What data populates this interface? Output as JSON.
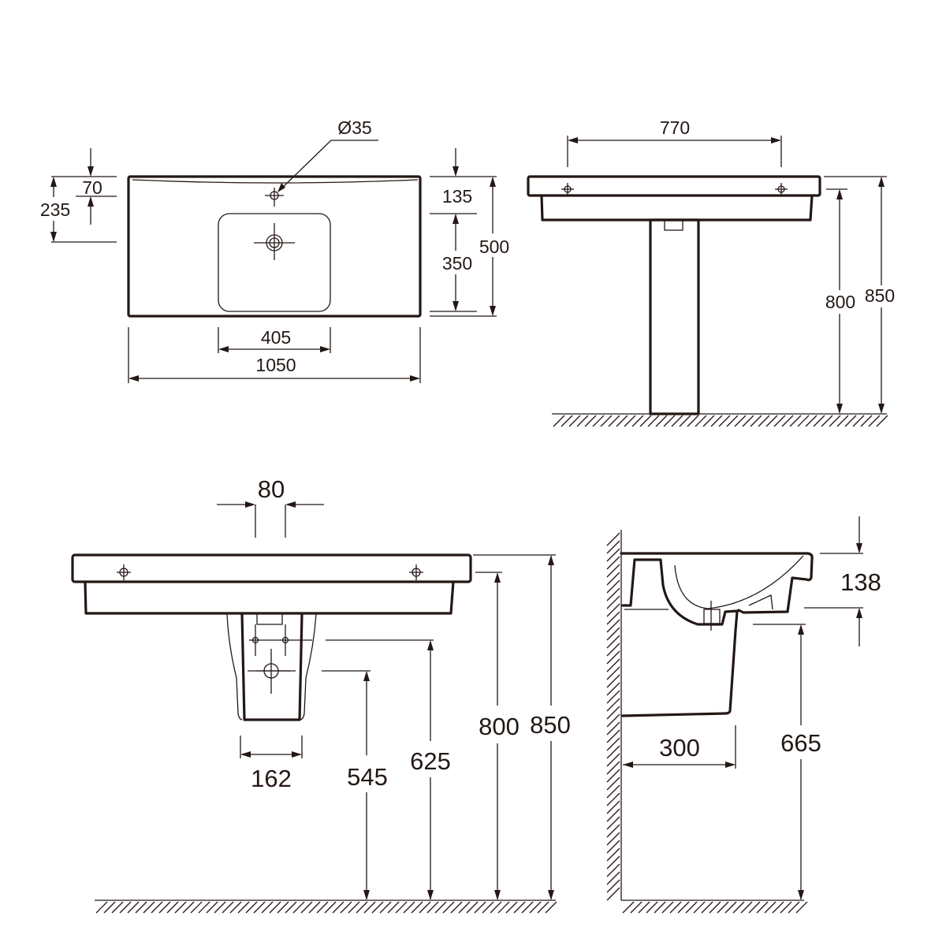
{
  "colors": {
    "line": "#231815",
    "background": "#ffffff"
  },
  "top_view": {
    "tap_hole_diameter": "Ø35",
    "dim_tap_offset": "70",
    "dim_drain_offset": "235",
    "dim_back_to_bowl": "135",
    "dim_bowl_depth": "350",
    "dim_total_depth": "500",
    "dim_bowl_width": "405",
    "dim_total_width": "1050"
  },
  "pedestal_front_view": {
    "dim_fixing_spacing": "770",
    "dim_underside_height": "800",
    "dim_total_height": "850"
  },
  "semi_pedestal_front_view": {
    "dim_bolt_spacing": "80",
    "dim_pedestal_width": "162",
    "dim_waste_height": "545",
    "dim_bolt_height": "625",
    "dim_underside_height": "800",
    "dim_total_height": "850"
  },
  "side_view": {
    "dim_bowl_depth": "138",
    "dim_projection": "300",
    "dim_pedestal_bottom_height": "665"
  }
}
